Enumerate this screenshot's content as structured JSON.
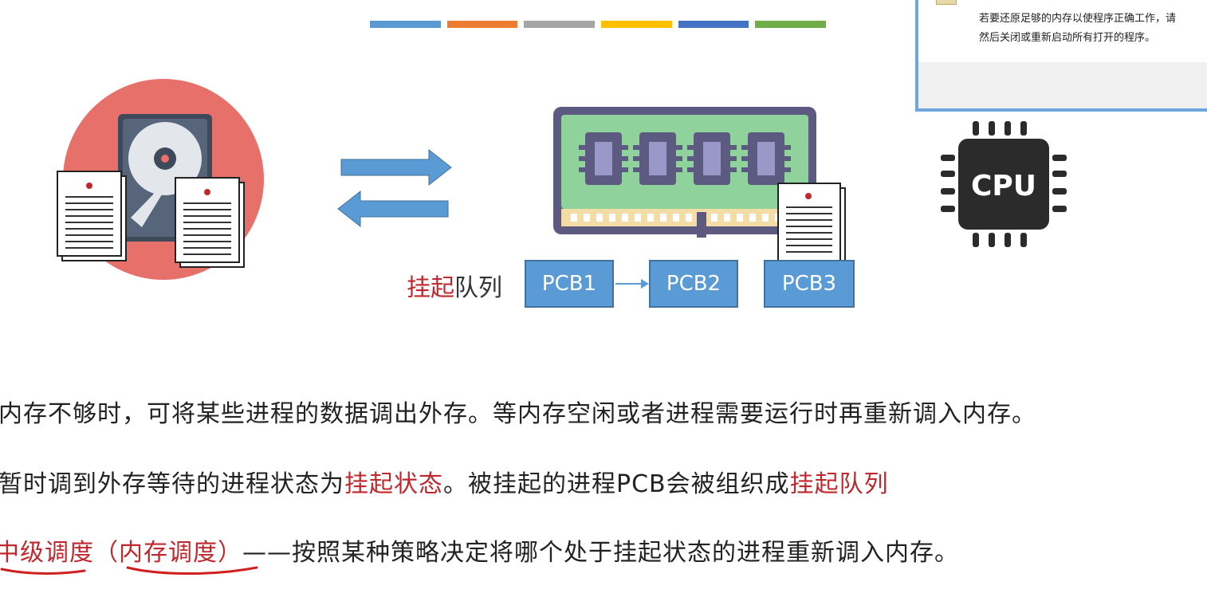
{
  "colors": {
    "stripes": [
      "#5b9bd5",
      "#ed7d31",
      "#a5a5a5",
      "#ffc000",
      "#4472c4",
      "#70ad47"
    ],
    "accent_red": "#c0282d",
    "pcb_fill": "#5b9bd5"
  },
  "dialog": {
    "line1": "若要还原足够的内存以使程序正确工作，请",
    "line2": "然后关闭或重新启动所有打开的程序。"
  },
  "diagram": {
    "disk_icon": "hard-disk-icon",
    "ram_icon": "ram-module-icon",
    "cpu_icon": "cpu-chip-icon",
    "cpu_label": "CPU",
    "queue_label_red": "挂起",
    "queue_label_rest": "队列",
    "pcbs": [
      "PCB1",
      "PCB2",
      "PCB3"
    ]
  },
  "text": {
    "line1": "内存不够时，可将某些进程的数据调出外存。等内存空闲或者进程需要运行时再重新调入内存。",
    "line2_a": "暂时调到外存等待的进程状态为",
    "line2_b": "挂起状态",
    "line2_c": "。被挂起的进程PCB会被组织成",
    "line2_d": "挂起队列",
    "line3_a": "中级调度（内存调度）",
    "line3_b": "——按照某种策略决定将哪个处于挂起状态的进程重新调入内存。"
  }
}
